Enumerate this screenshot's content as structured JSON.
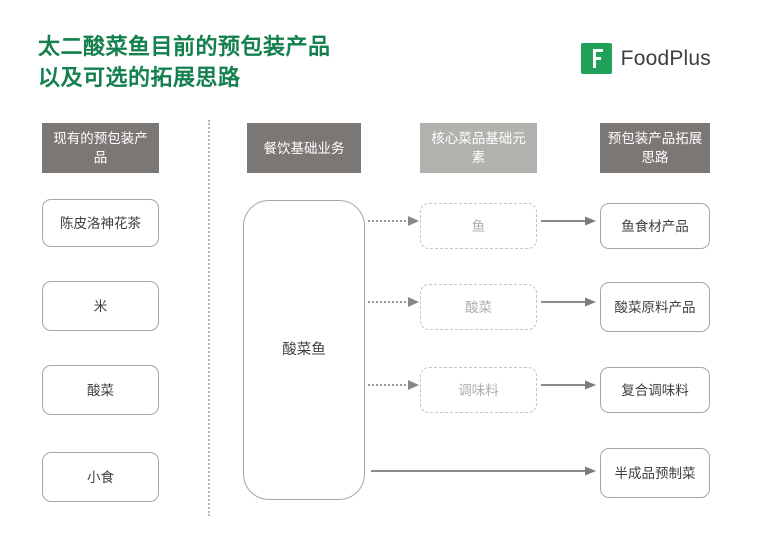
{
  "title": {
    "line1": "太二酸菜鱼目前的预包装产品",
    "line2": "以及可选的拓展思路",
    "color": "#13804d"
  },
  "logo": {
    "mark": "foodplus-logo-icon",
    "mark_letter": "F",
    "text": "FoodPlus",
    "brand_color": "#21a05a"
  },
  "columns": {
    "headers": [
      {
        "label": "现有的预包装产品",
        "style": "dark",
        "bg": "#7b7775"
      },
      {
        "label": "餐饮基础业务",
        "style": "dark",
        "bg": "#7b7775"
      },
      {
        "label": "核心菜品基础元素",
        "style": "light",
        "bg": "#b3b1ae"
      },
      {
        "label": "预包装产品拓展思路",
        "style": "dark",
        "bg": "#7b7775"
      }
    ]
  },
  "left_column": {
    "items": [
      {
        "label": "陈皮洛神花茶"
      },
      {
        "label": "米"
      },
      {
        "label": "酸菜"
      },
      {
        "label": "小食"
      }
    ]
  },
  "center": {
    "label": "酸菜鱼"
  },
  "middle_column": {
    "items": [
      {
        "label": "鱼"
      },
      {
        "label": "酸菜"
      },
      {
        "label": "调味料"
      }
    ]
  },
  "right_column": {
    "items": [
      {
        "label": "鱼食材产品"
      },
      {
        "label": "酸菜原料产品"
      },
      {
        "label": "复合调味料"
      },
      {
        "label": "半成品预制菜"
      }
    ]
  },
  "connectors": {
    "dotted_arrow_icon": "dotted-arrow-right-icon",
    "solid_arrow_icon": "solid-arrow-right-icon",
    "long_arrow_icon": "long-arrow-right-icon",
    "arrow_color": "#8a8886",
    "divider_icon": "vertical-dotted-divider-icon"
  }
}
